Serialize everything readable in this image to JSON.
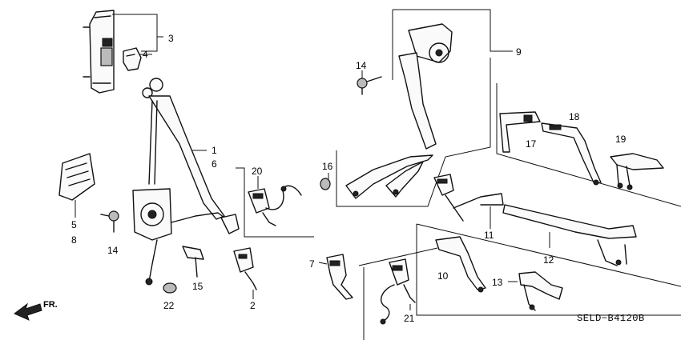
{
  "callouts": [
    {
      "id": "c3",
      "text": "3"
    },
    {
      "id": "c4",
      "text": "4"
    },
    {
      "id": "c1",
      "text": "1"
    },
    {
      "id": "c6",
      "text": "6"
    },
    {
      "id": "c5",
      "text": "5"
    },
    {
      "id": "c8",
      "text": "8"
    },
    {
      "id": "c14a",
      "text": "14"
    },
    {
      "id": "c15",
      "text": "15"
    },
    {
      "id": "c22",
      "text": "22"
    },
    {
      "id": "c2",
      "text": "2"
    },
    {
      "id": "c20",
      "text": "20"
    },
    {
      "id": "c9",
      "text": "9"
    },
    {
      "id": "c14b",
      "text": "14"
    },
    {
      "id": "c16",
      "text": "16"
    },
    {
      "id": "c17",
      "text": "17"
    },
    {
      "id": "c18",
      "text": "18"
    },
    {
      "id": "c19",
      "text": "19"
    },
    {
      "id": "c11",
      "text": "11"
    },
    {
      "id": "c12",
      "text": "12"
    },
    {
      "id": "c10",
      "text": "10"
    },
    {
      "id": "c13",
      "text": "13"
    },
    {
      "id": "c7",
      "text": "7"
    },
    {
      "id": "c21",
      "text": "21"
    }
  ],
  "direction_label": "FR.",
  "diagram_code": "SELD−B4120B"
}
